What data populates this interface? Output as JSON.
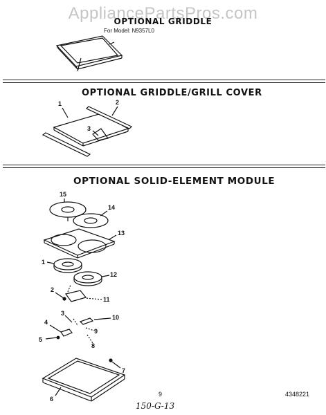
{
  "watermark": "AppliancePartsPros.com",
  "sections": {
    "griddle": {
      "title": "OPTIONAL GRIDDLE",
      "subtitle": "For Model: N9357L0"
    },
    "grill_cover": {
      "title": "OPTIONAL GRIDDLE/GRILL COVER",
      "callouts": [
        "1",
        "2",
        "3"
      ]
    },
    "module": {
      "title": "OPTIONAL SOLID-ELEMENT MODULE",
      "callouts": [
        "15",
        "14",
        "13",
        "1",
        "12",
        "2",
        "11",
        "3",
        "10",
        "9",
        "4",
        "8",
        "5",
        "7",
        "6"
      ]
    }
  },
  "footer": {
    "page": "9",
    "part_number": "4348221",
    "handwritten": "150-G-13"
  }
}
